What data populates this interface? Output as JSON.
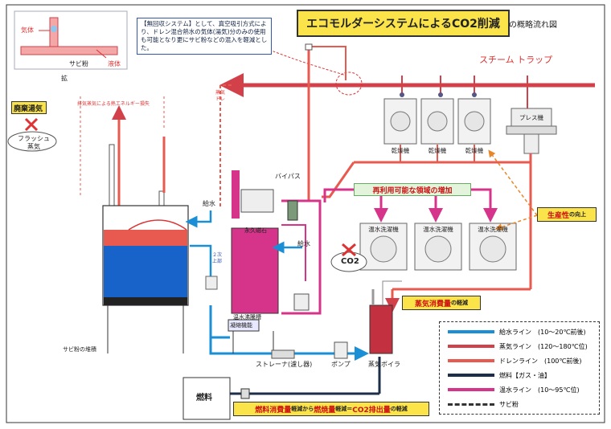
{
  "title": {
    "main": "エコモルダーシステムによるCO2削減",
    "suffix": "の概略流れ図"
  },
  "note": "【無回収システム】として、真空吸引方式により、ドレン混合熱水の気体(湯気)分のみの使用も可能となり更にサビ粉などの混入を軽減とした。",
  "inset": {
    "gas_label": "気体",
    "liquid_label": "液体",
    "rust_label": "サビ粉",
    "enlarge_label": "拡"
  },
  "waste_label": "廃棄湯気",
  "flash_label": "フラッシュ\n蒸気",
  "steam_trap_label": "スチーム トラップ",
  "exhaust_note": "排気蒸気による熱エネルギー損失",
  "steam_line_note": "蒸気\nドレ",
  "bypass_label": "バイパス",
  "water_supply_label": "給水",
  "magnet_label": "永久磁石",
  "tank_label": "温水沸騰槽",
  "condenser_label": "凝縮機能",
  "secondary_label": "２次\n上部",
  "rust_bottom_label": "サビ粉の堆積",
  "strainer_label": "ストレーナ(濾し器)",
  "pump_label": "ポンプ",
  "boiler_label": "蒸気ボイラ",
  "fuel_label": "燃料",
  "reuse_label": "再利用可能な領域の増加",
  "productivity_label": "生産性",
  "productivity_suffix": "の向上",
  "steam_reduction_label": "蒸気消費量",
  "steam_reduction_suffix": "の軽減",
  "bottom_banner": {
    "a": "燃料消費量",
    "b": "軽減から",
    "c": "燃焼量",
    "d": "軽減＝",
    "e": "CO2排出量",
    "f": "の軽減"
  },
  "co2_label": "CO2",
  "dryers": [
    "乾燥機",
    "乾燥機",
    "乾燥機"
  ],
  "press_label": "プレス機",
  "washers": [
    "温水洗濯機",
    "温水洗濯機",
    "温水洗濯機"
  ],
  "legend": [
    {
      "label": "給水ライン　(10〜20℃前後)",
      "color": "#1a8fd6"
    },
    {
      "label": "蒸気ライン　(120〜180℃位)",
      "color": "#d2404a"
    },
    {
      "label": "ドレンライン　(100℃前後)",
      "color": "#e8594f"
    },
    {
      "label": "燃料【ガス・油】",
      "color": "#1c2e4a"
    },
    {
      "label": "温水ライン　(10〜95℃位)",
      "color": "#d6348a"
    },
    {
      "label": "サビ粉",
      "color": "#333333"
    }
  ]
}
